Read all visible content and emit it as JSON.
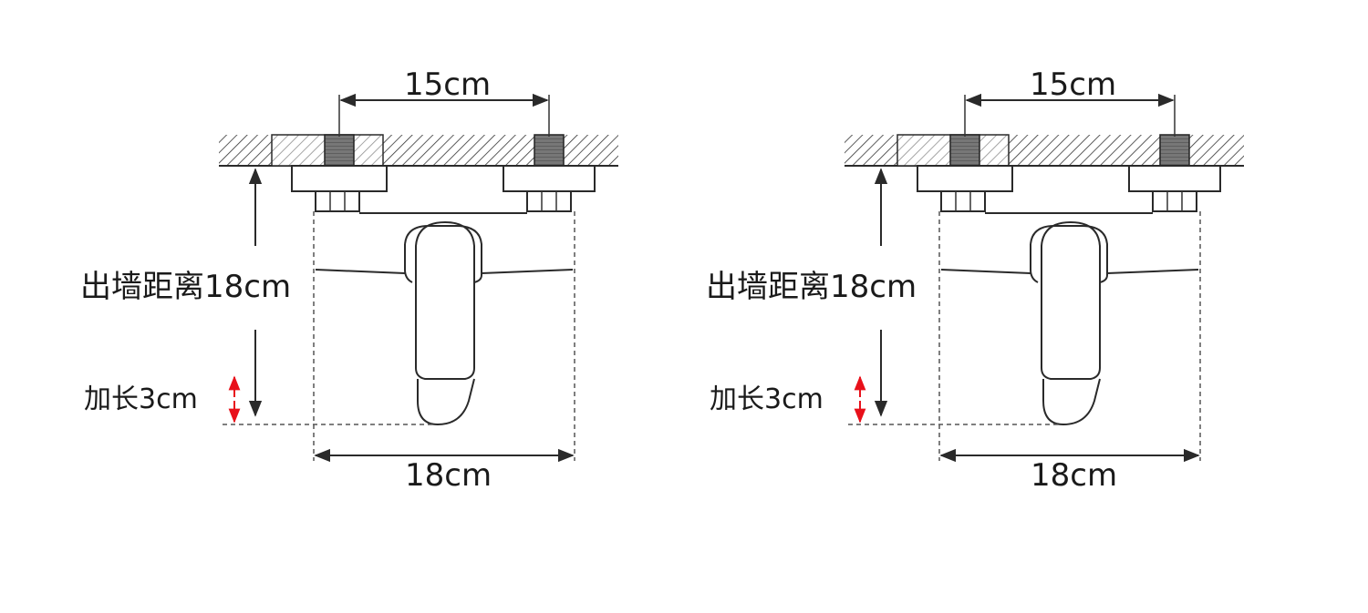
{
  "diagrams": [
    {
      "id": "left",
      "labels": {
        "pipe_spacing": "15cm",
        "wall_distance": "出墙距离18cm",
        "extension": "加长3cm",
        "body_width": "18cm"
      }
    },
    {
      "id": "right",
      "labels": {
        "pipe_spacing": "15cm",
        "wall_distance": "出墙距离18cm",
        "extension": "加长3cm",
        "body_width": "18cm"
      }
    }
  ],
  "colors": {
    "line": "#2a2a2a",
    "highlight_arrow": "#e8101a",
    "background": "#ffffff"
  }
}
